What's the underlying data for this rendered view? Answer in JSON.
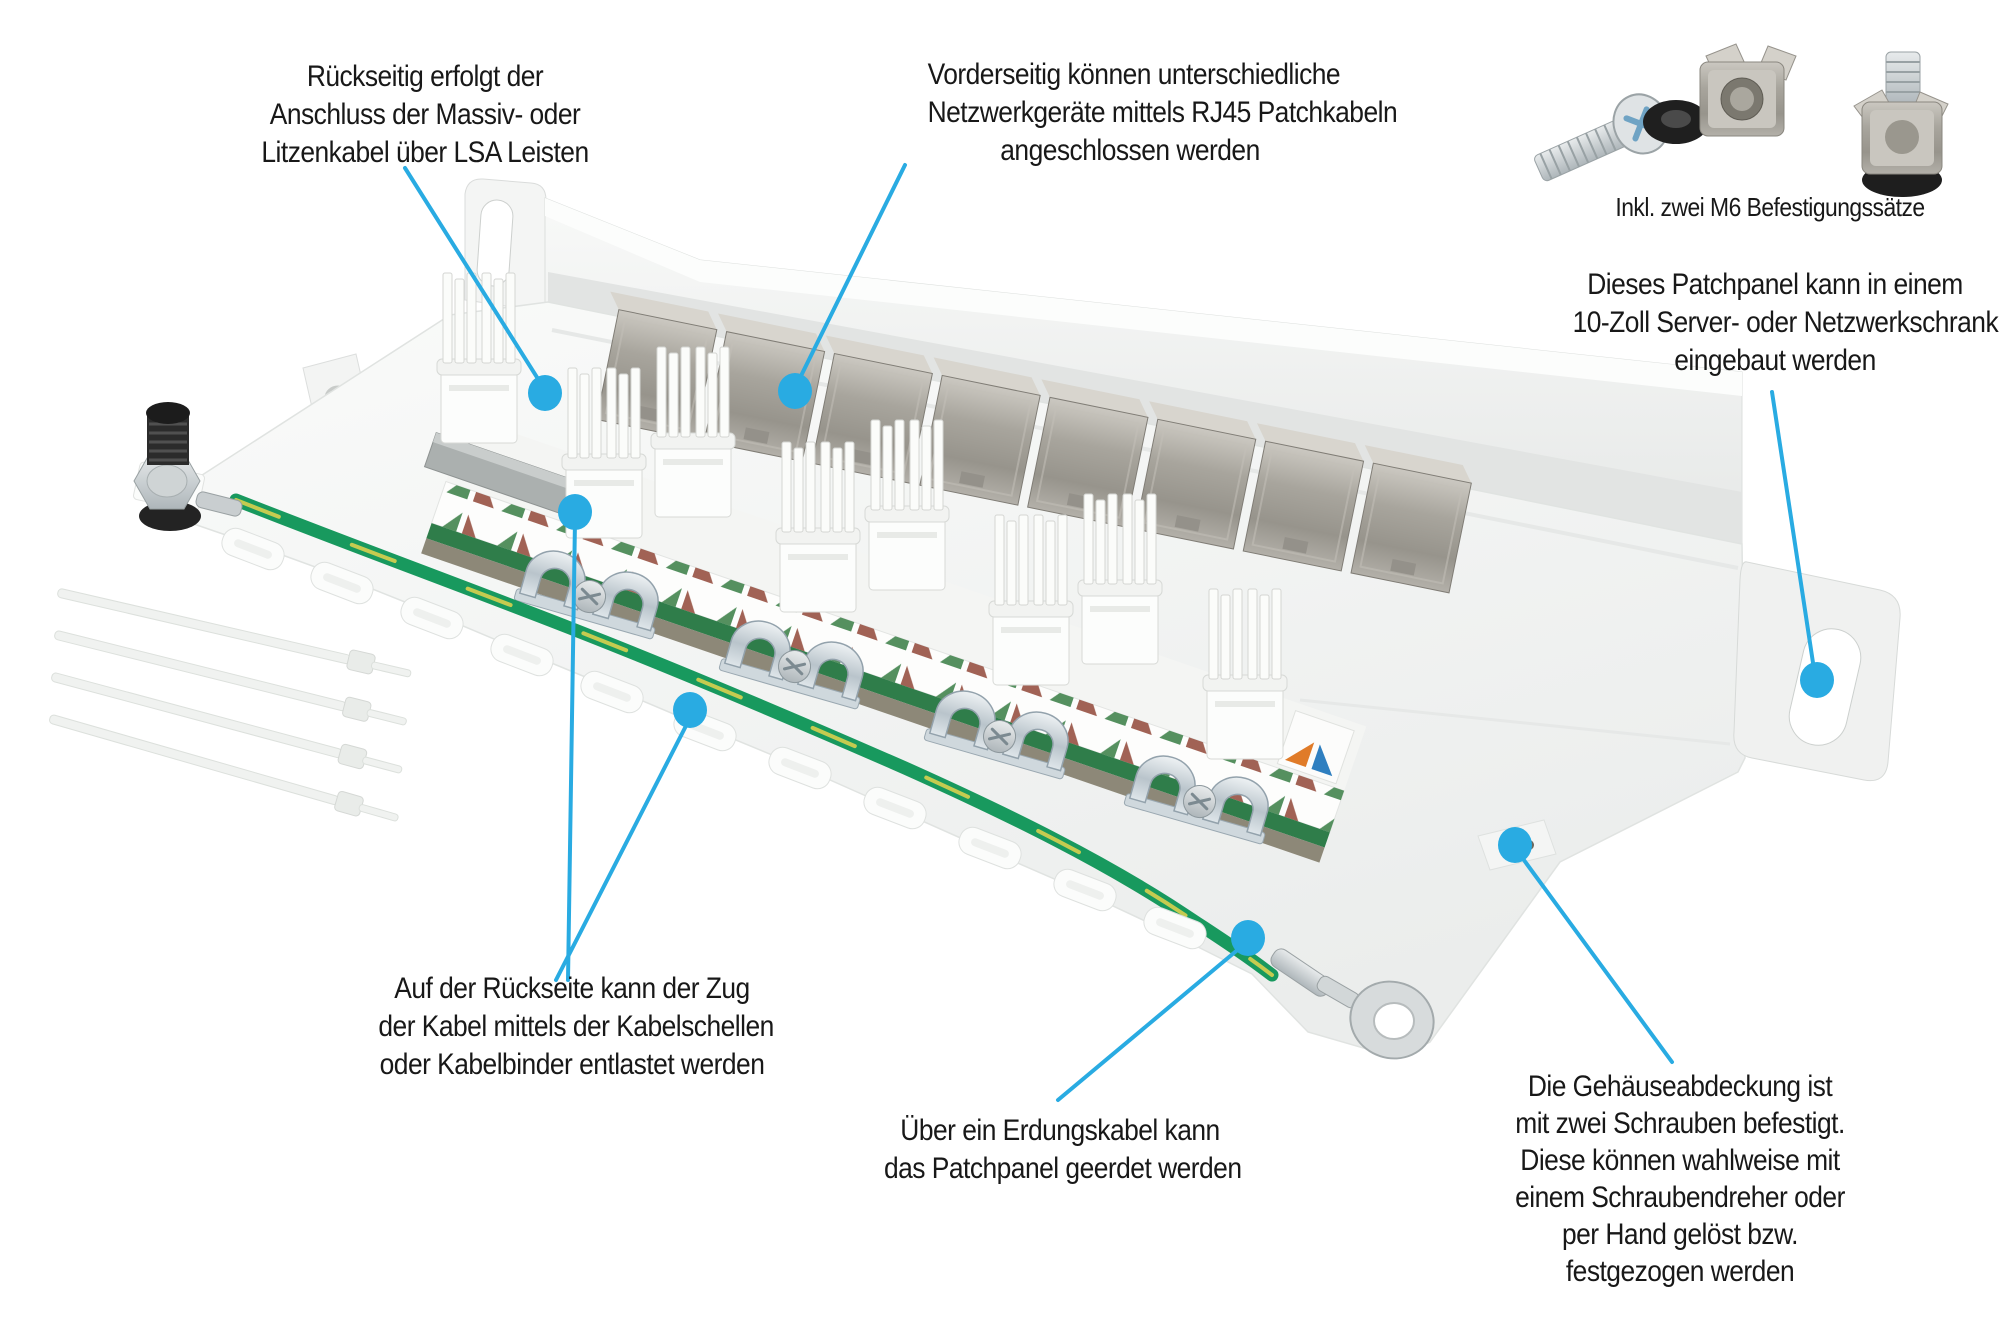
{
  "product": "10-inch patch panel annotated product diagram",
  "colors": {
    "accent_callout_blue": "#29abe2",
    "ground_wire_green": "#18995e",
    "ground_wire_yellow_stripe": "#d8d04f",
    "pcb_green": "#2f7d4a",
    "panel_white": "#f4f5f4",
    "module_metal": "#a8a59d",
    "text": "#181818"
  },
  "annotations": {
    "lsa": {
      "lines": [
        "Rückseitig erfolgt der",
        "Anschluss der Massiv- oder",
        "Litzenkabel über LSA Leisten"
      ]
    },
    "rj45": {
      "lines": [
        "Vorderseitig können unterschiedliche",
        "Netzwerkgeräte mittels RJ45 Patchkabeln",
        "angeschlossen werden"
      ]
    },
    "rack": {
      "lines": [
        "Dieses Patchpanel kann in einem",
        "10-Zoll Server- oder Netzwerkschrank",
        "eingebaut werden"
      ]
    },
    "strain_relief": {
      "lines": [
        "Auf der Rückseite kann der Zug",
        "der Kabel mittels der Kabelschellen",
        "oder Kabelbinder entlastet werden"
      ]
    },
    "grounding": {
      "lines": [
        "Über ein Erdungskabel kann",
        "das Patchpanel geerdet werden"
      ]
    },
    "cover": {
      "lines": [
        "Die Gehäuseabdeckung ist",
        "mit zwei Schrauben befestigt.",
        "Diese können wahlweise mit",
        "einem Schraubendreher oder",
        "per Hand gelöst bzw.",
        "festgezogen werden"
      ]
    }
  },
  "hardware_kit": {
    "caption": "Inkl. zwei M6 Befestigungssätze",
    "items": [
      "m6-pan-head-screw",
      "black-washer",
      "cage-nut",
      "assembled-mounting-set"
    ]
  }
}
